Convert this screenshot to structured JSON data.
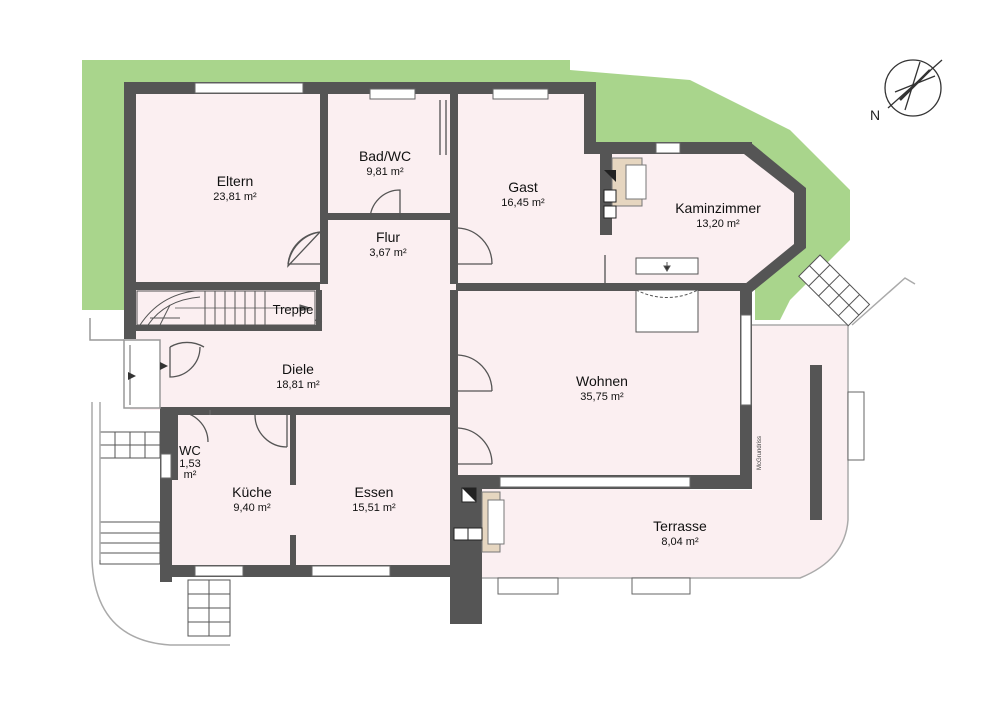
{
  "colors": {
    "garden": "#a9d58c",
    "floor": "#fbeff1",
    "wall": "#555555",
    "window": "#ffffff"
  },
  "compass": {
    "label": "N"
  },
  "rooms": {
    "eltern": {
      "name": "Eltern",
      "area": "23,81 m²"
    },
    "badwc": {
      "name": "Bad/WC",
      "area": "9,81 m²"
    },
    "gast": {
      "name": "Gast",
      "area": "16,45 m²"
    },
    "kaminzimmer": {
      "name": "Kaminzimmer",
      "area": "13,20 m²"
    },
    "flur": {
      "name": "Flur",
      "area": "3,67 m²"
    },
    "treppe": {
      "name": "Treppe"
    },
    "diele": {
      "name": "Diele",
      "area": "18,81 m²"
    },
    "wohnen": {
      "name": "Wohnen",
      "area": "35,75 m²"
    },
    "wc": {
      "name": "WC",
      "area_line1": "1,53",
      "area_line2": "m²"
    },
    "kueche": {
      "name": "Küche",
      "area": "9,40 m²"
    },
    "essen": {
      "name": "Essen",
      "area": "15,51 m²"
    },
    "terrasse": {
      "name": "Terrasse",
      "area": "8,04 m²"
    }
  },
  "watermark": "McGrundriss"
}
